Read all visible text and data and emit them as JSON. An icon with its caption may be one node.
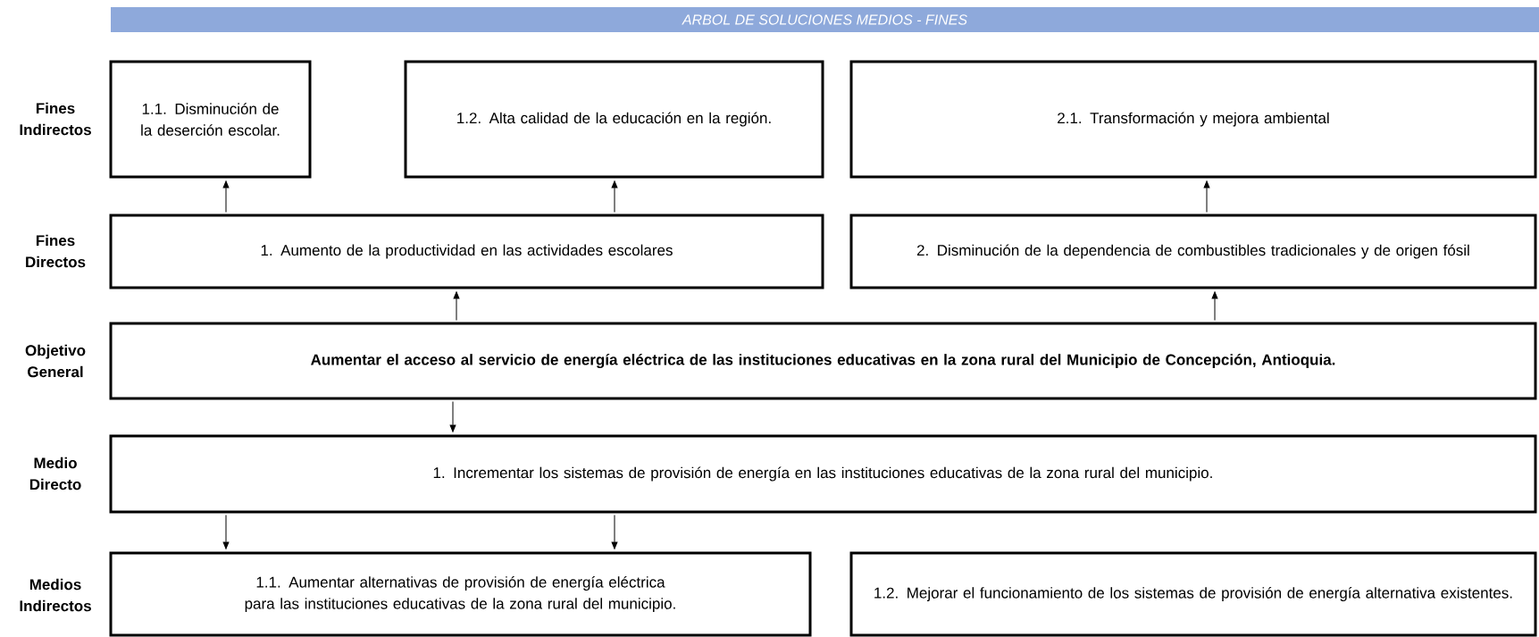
{
  "diagram": {
    "title": "ARBOL DE SOLUCIONES MEDIOS - FINES",
    "nodes": [
      {
        "text": [
          "1.1. Disminución de la deserción escolar."
        ]
      },
      {
        "text": [
          "1.2. Alta calidad de la educación en la región."
        ]
      },
      {
        "text": [
          "2.1. Transformación y mejora ambiental"
        ]
      },
      {
        "text": [
          "1. Aumento de la productividad en las actividades escolares"
        ]
      },
      {
        "text": [
          "2. Disminución de la dependencia de combustibles tradicionales y de origen fósil"
        ]
      },
      {
        "text": [
          "Aumentar el acceso al servicio de energía eléctrica de las instituciones educativas en la zona rural del Municipio de Concepción, Antioquia."
        ]
      },
      {
        "text": [
          "1. Incrementar los sistemas de provisión de energía en las instituciones educativas de la zona rural del municipio."
        ]
      },
      {
        "text": [
          "1.1. Aumentar alternativas de provisión de energía eléctrica para las instituciones educativas de la zona rural del municipio."
        ]
      },
      {
        "text": [
          "1.2. Mejorar el funcionamiento de los sistemas de provisión de energía alternativa existentes."
        ]
      }
    ],
    "edges": [
      {
        "from": 3,
        "to": 0,
        "arrow": "to"
      },
      {
        "from": 3,
        "to": 1,
        "arrow": "to"
      },
      {
        "from": 4,
        "to": 2,
        "arrow": "to"
      },
      {
        "from": 5,
        "to": 3,
        "arrow": "to"
      },
      {
        "from": 5,
        "to": 4,
        "arrow": "to"
      },
      {
        "from": 5,
        "to": 6,
        "arrow": "to"
      },
      {
        "from": 6,
        "to": 7,
        "arrow": "to"
      },
      {
        "from": 6,
        "to": 7,
        "arrow": "to"
      }
    ],
    "labels": [
      "Fines Indirectos",
      "Fines Directos",
      "Objetivo General",
      "Medio Directo",
      "Medios Indirectos"
    ]
  }
}
